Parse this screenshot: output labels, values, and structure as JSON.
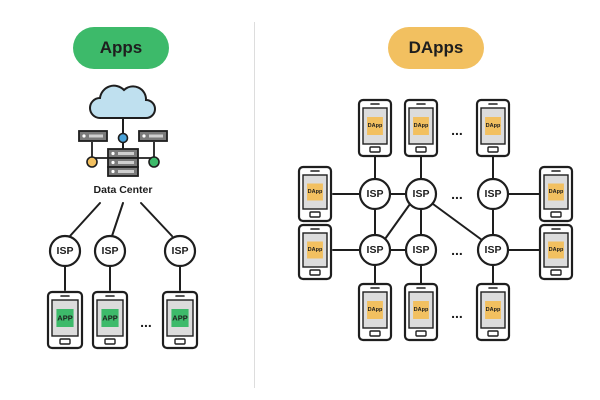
{
  "left_panel": {
    "title": "Apps",
    "data_center_label": "Data Center",
    "isp_label": "ISP",
    "device_label": "APP",
    "ellipsis": "...",
    "accent_color": "#3dba6a"
  },
  "right_panel": {
    "title": "DApps",
    "isp_label": "ISP",
    "device_label": "DApp",
    "ellipsis": "...",
    "accent_color": "#f2c060"
  },
  "icons": [
    "cloud-icon",
    "server-icon",
    "phone-icon"
  ]
}
